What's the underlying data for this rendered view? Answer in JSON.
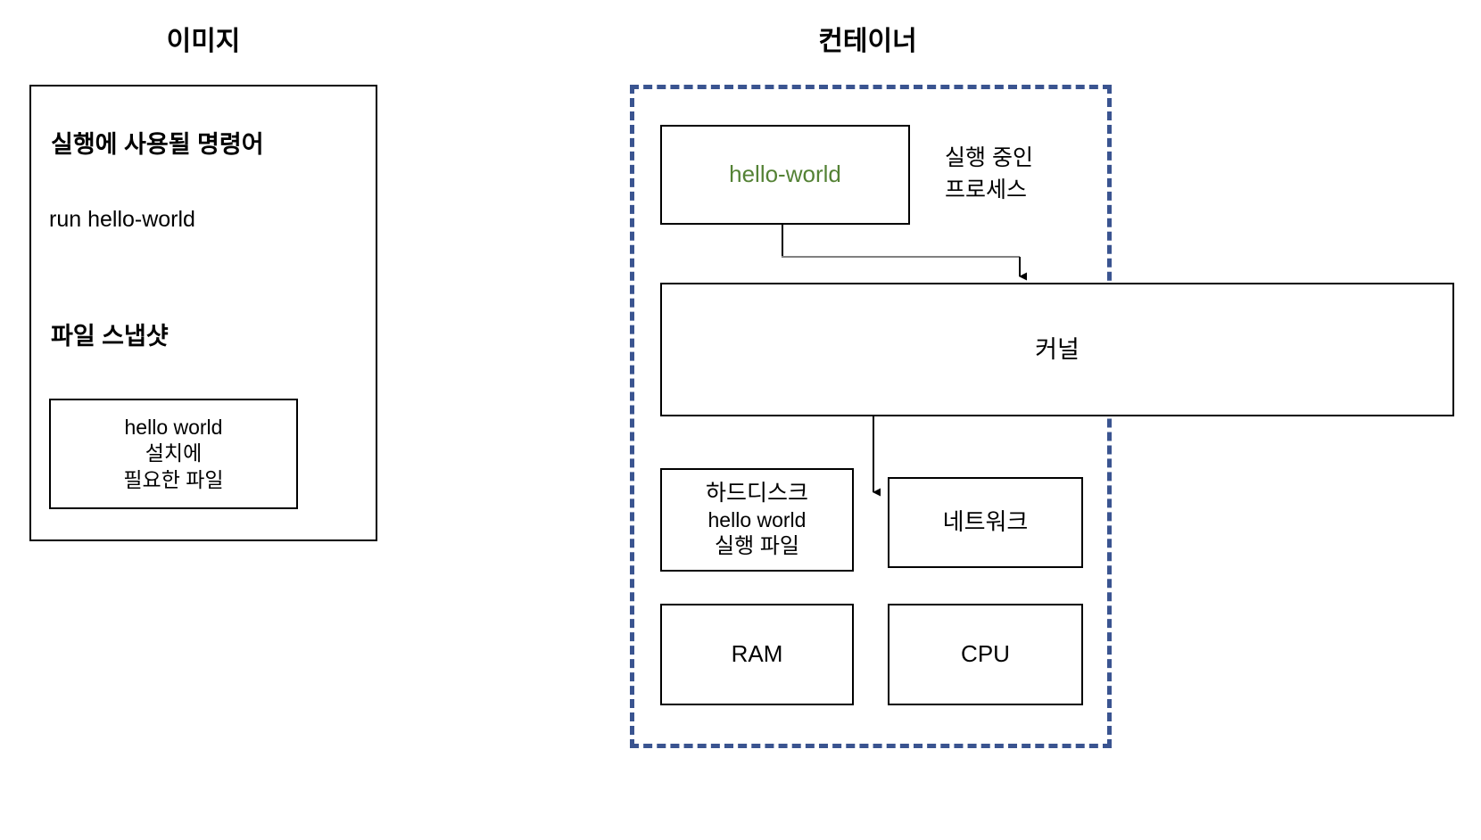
{
  "diagram": {
    "left_panel": {
      "title": "이미지",
      "command_section_title": "실행에 사용될 명령어",
      "command_value": "run hello-world",
      "snapshot_section_title": "파일 스냅샷",
      "snapshot_box": {
        "line1": "hello world",
        "line2": "설치에",
        "line3": "필요한 파일"
      }
    },
    "right_panel": {
      "title": "컨테이너",
      "process_box_label": "hello-world",
      "process_annotation_line1": "실행 중인",
      "process_annotation_line2": "프로세스",
      "kernel_label": "커널",
      "harddisk_box": {
        "line1": "하드디스크",
        "line2": "hello world",
        "line3": "실행 파일"
      },
      "network_label": "네트워크",
      "ram_label": "RAM",
      "cpu_label": "CPU"
    },
    "colors": {
      "container_border": "#3a5490",
      "process_text": "#548235",
      "box_border": "#000000",
      "text": "#000000",
      "background": "#ffffff",
      "connector_primary": "#000000",
      "connector_secondary": "#808080"
    }
  }
}
